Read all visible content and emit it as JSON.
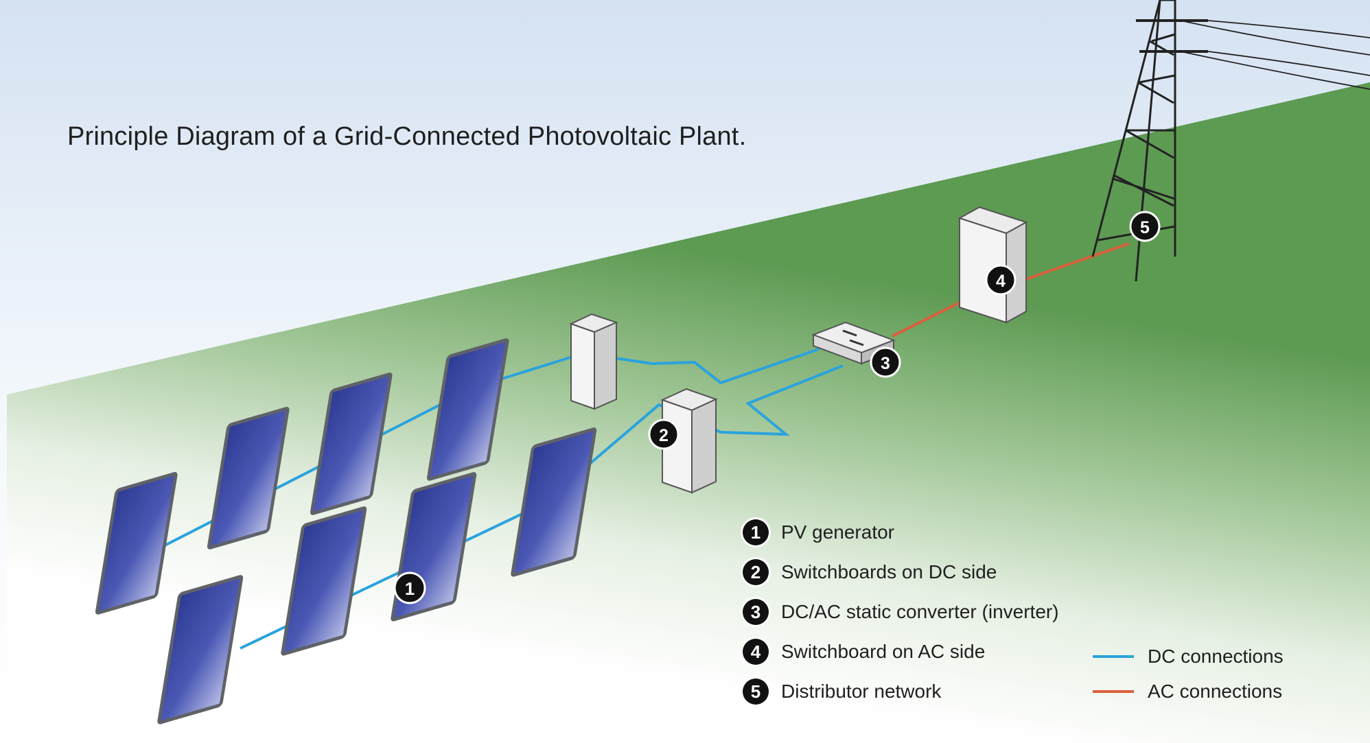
{
  "title": "Principle Diagram of a Grid-Connected Photovoltaic Plant.",
  "colors": {
    "ground": "#66a05a",
    "sky": "#dfe9f5",
    "dc_line": "#2aa3dd",
    "ac_line": "#d9603c",
    "panel": "#3e4ea8",
    "badge": "#111111"
  },
  "legend": [
    {
      "num": "1",
      "label": "PV generator"
    },
    {
      "num": "2",
      "label": "Switchboards on DC side"
    },
    {
      "num": "3",
      "label": "DC/AC static converter (inverter)"
    },
    {
      "num": "4",
      "label": "Switchboard on AC side"
    },
    {
      "num": "5",
      "label": "Distributor network"
    }
  ],
  "connections": [
    {
      "label": "DC connections",
      "color": "#2aa3dd"
    },
    {
      "label": "AC connections",
      "color": "#d9603c"
    }
  ],
  "markers": [
    "1",
    "2",
    "3",
    "4",
    "5"
  ]
}
